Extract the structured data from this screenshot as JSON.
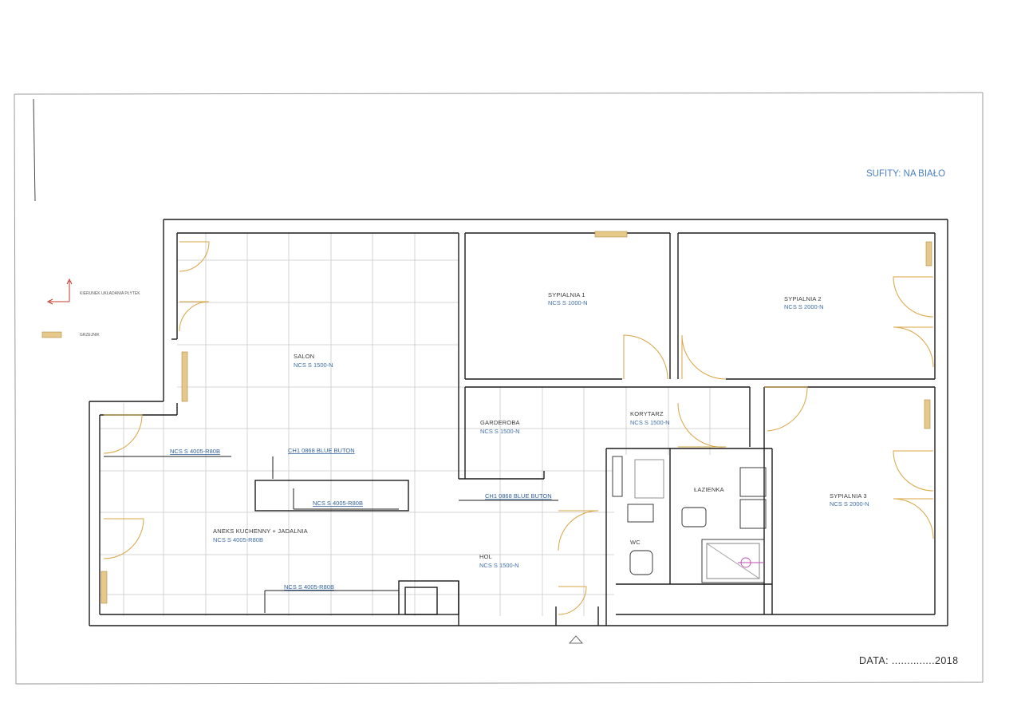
{
  "sheet": {
    "ceiling_note": "SUFITY: NA BIAŁO",
    "date": "DATA: ..............2018"
  },
  "legend": {
    "tile_direction": "KIERUNEK UKŁADANIA PŁYTEK",
    "radiator": "GRZEJNIK"
  },
  "rooms": {
    "salon": {
      "name": "SALON",
      "paint": "NCS S 1500-N"
    },
    "sypialnia1": {
      "name": "SYPIALNIA 1",
      "paint": "NCS S 1000-N"
    },
    "sypialnia2": {
      "name": "SYPIALNIA 2",
      "paint": "NCS S 2000-N"
    },
    "sypialnia3": {
      "name": "SYPIALNIA 3",
      "paint": "NCS S 2000-N"
    },
    "garderoba": {
      "name": "GARDEROBA",
      "paint": "NCS S 1500-N"
    },
    "korytarz": {
      "name": "KORYTARZ",
      "paint": "NCS S 1500-N"
    },
    "lazienka": {
      "name": "ŁAZIENKA"
    },
    "wc": {
      "name": "WC"
    },
    "hol": {
      "name": "HOL",
      "paint": "NCS S 1500-N"
    },
    "aneks": {
      "name": "ANEKS KUCHENNY + JADALNIA",
      "paint": "NCS S 4005-R80B"
    }
  },
  "wall_paint": {
    "label_left_top": "NCS S 4005-R80B",
    "label_blue_1": "CH1 0868 BLUE BUTON",
    "label_mid": "NCS S 4005-R80B",
    "label_blue_2": "CH1 0868 BLUE BUTON",
    "label_bottom": "NCS S 4005-R80B"
  },
  "colors": {
    "wall": "#1c1c1c",
    "grid": "#c9c9c9",
    "door": "#d9a441",
    "radiator": "#e6c98a",
    "paint_text": "#2f5f9a",
    "legend_arrow": "#c0392b",
    "shower_mark": "#c04ab0"
  }
}
